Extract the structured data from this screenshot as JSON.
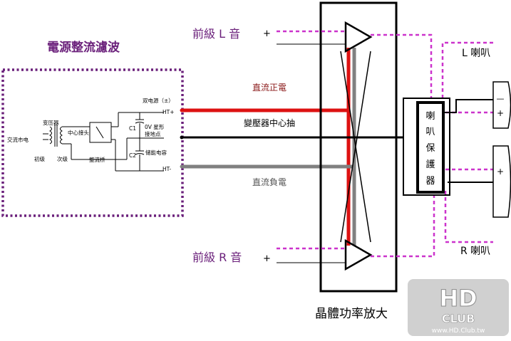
{
  "power_supply": {
    "title": "電源整流濾波",
    "schematic": {
      "ac_mains": "交流市电",
      "transformer": "变压器",
      "primary": "初级",
      "secondary": "次级",
      "center_tap": "中心接头",
      "rectifier_bridge": "整流桥",
      "dual_supply": "双电源（±）",
      "c1": "C1",
      "c2": "C2",
      "zero_v_line_1": "0V 星形",
      "zero_v_line_2": "接地点",
      "storage_cap": "储能电容",
      "ht_plus": "HT+",
      "ht_minus": "HT-"
    }
  },
  "wires": {
    "dc_positive": "直流正電",
    "center_tap": "變壓器中心抽",
    "dc_negative": "直流負電"
  },
  "inputs": {
    "left": "前級 L 音",
    "right": "前級 R 音",
    "plus": "+"
  },
  "amplifier": {
    "label": "晶體功率放大"
  },
  "protection": {
    "chars": [
      "喇",
      "叭",
      "保",
      "護",
      "器"
    ]
  },
  "speakers": {
    "left": "L 喇叭",
    "right": "R 喇叭",
    "minus": "—",
    "plus": "+"
  },
  "watermark": {
    "logo": "HD CLUB",
    "url": "www.HD.Club.tw"
  },
  "colors": {
    "purple": "#6a1f7a",
    "magenta": "#cc33cc",
    "red": "#dd1111",
    "gray": "#808080",
    "dark_red_text": "#8b1a1a"
  }
}
